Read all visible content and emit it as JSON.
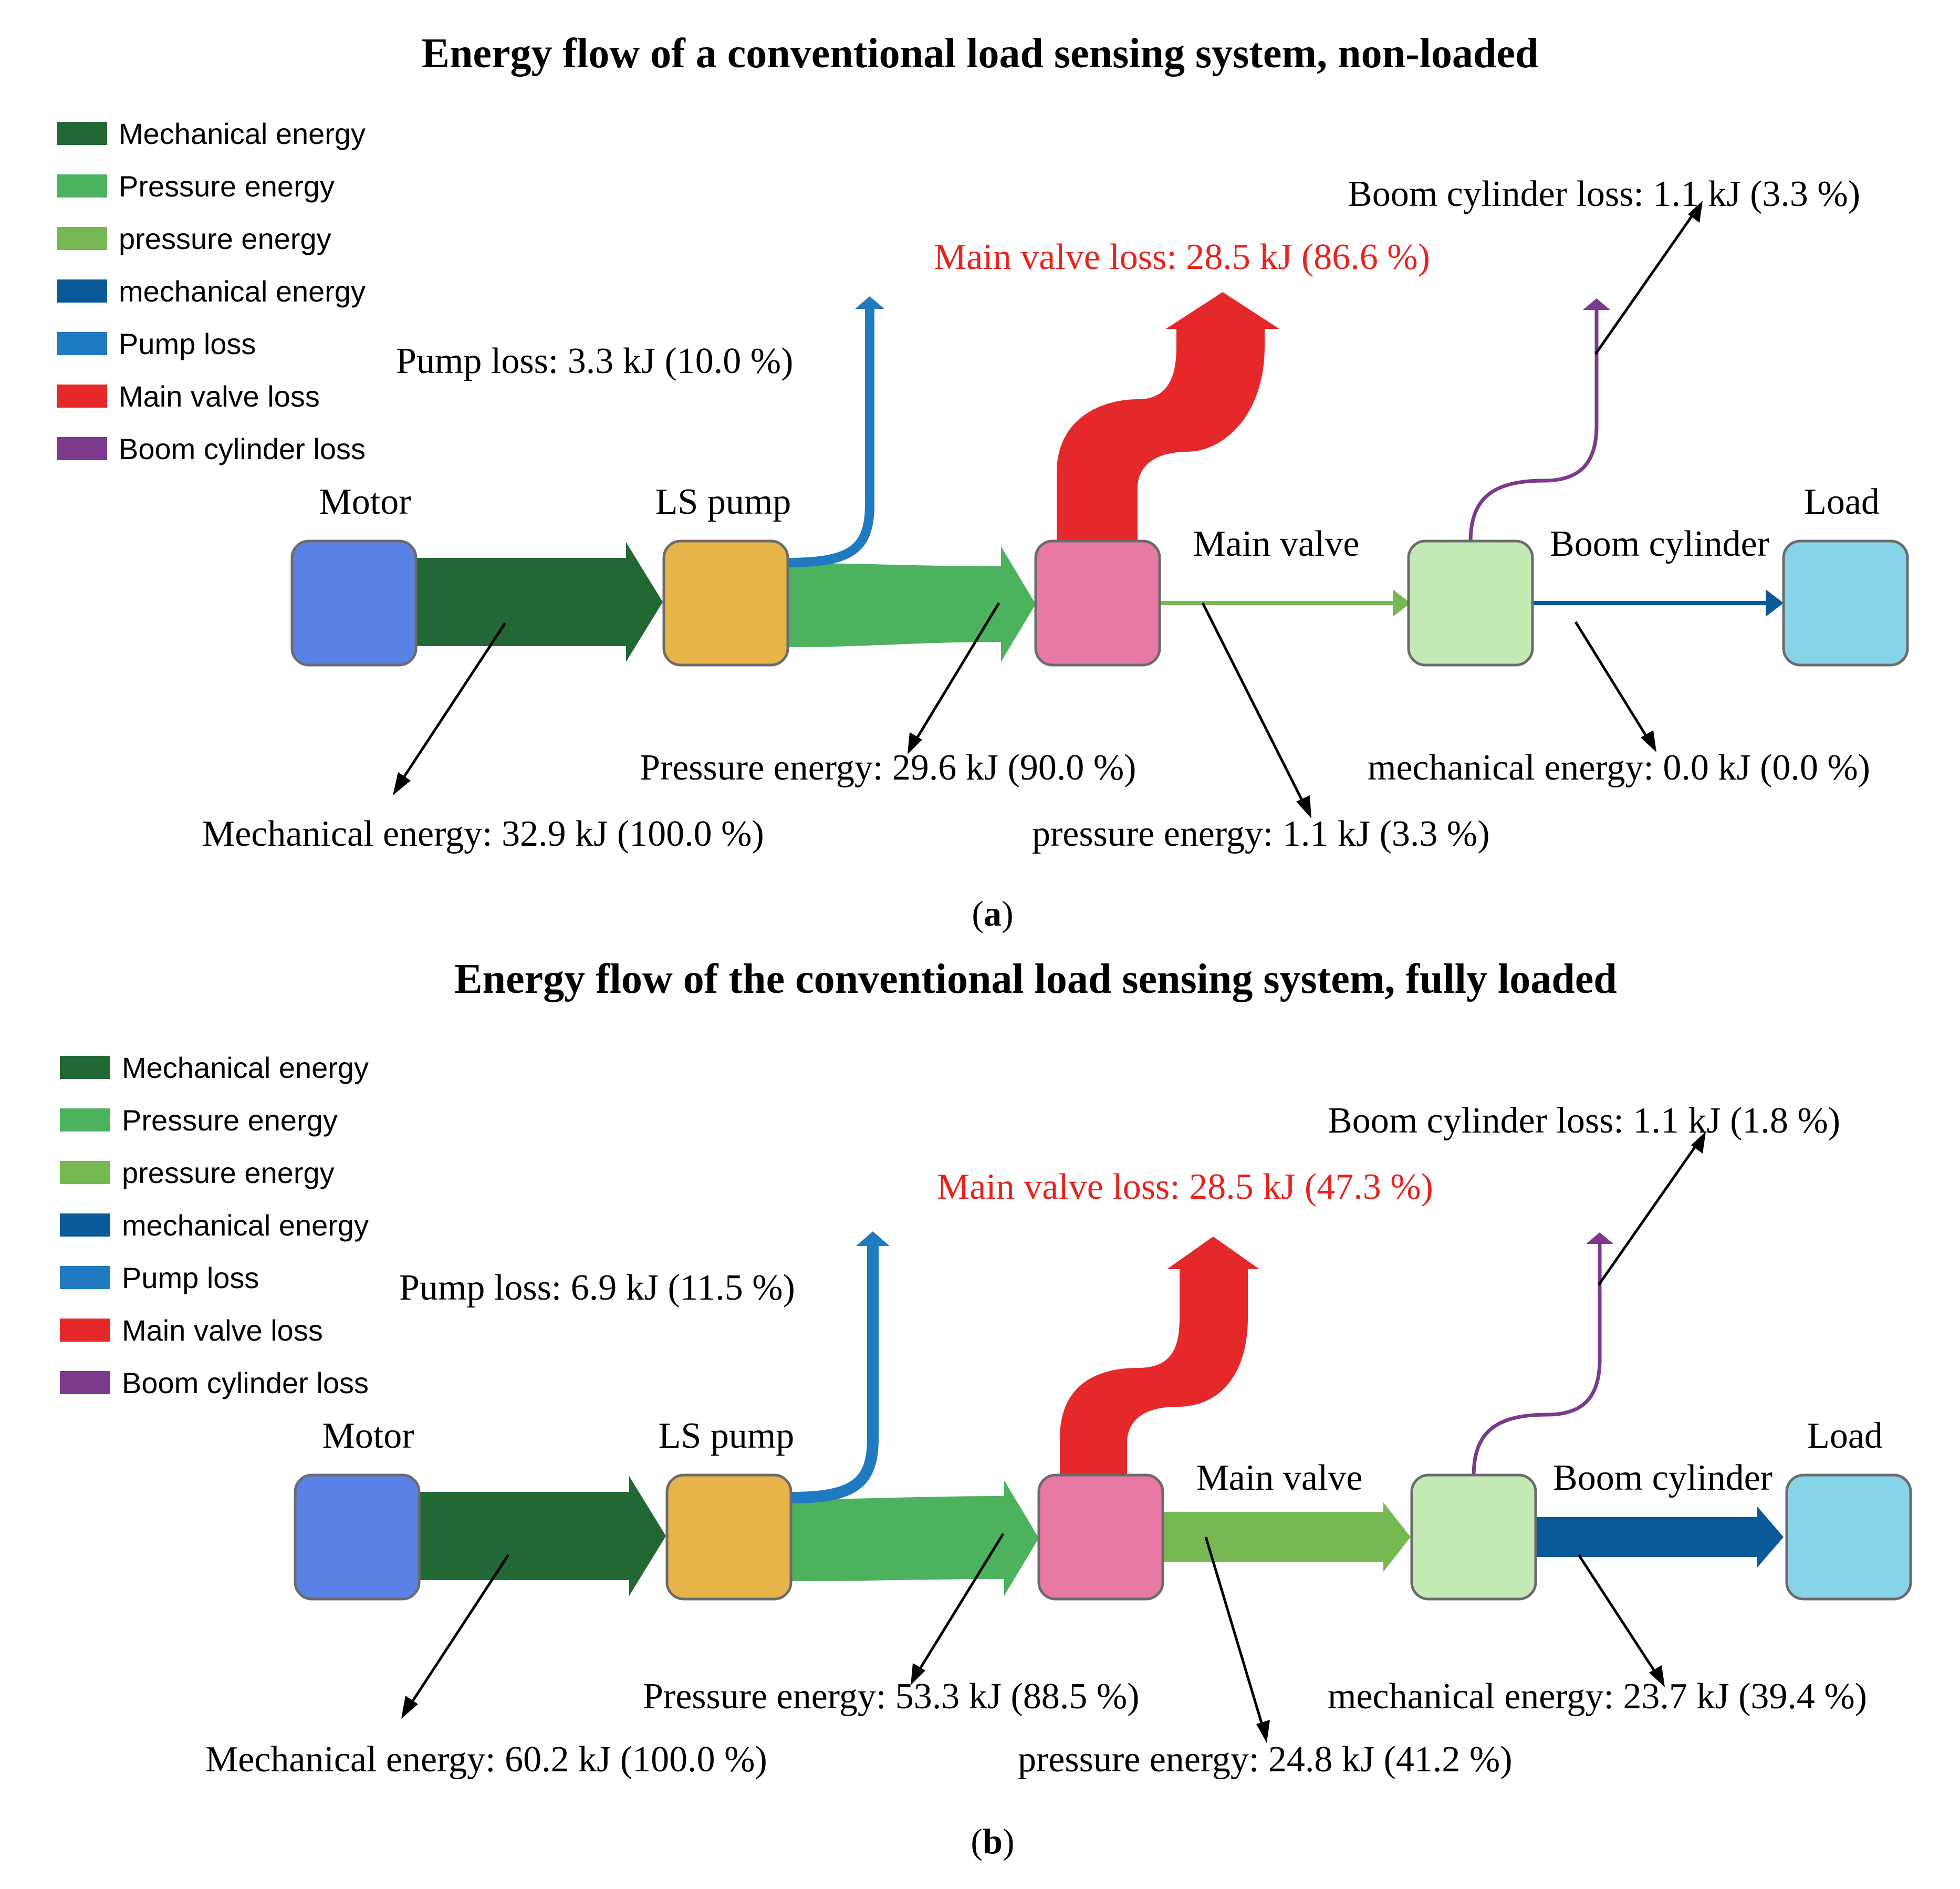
{
  "colors": {
    "mechanical": "#226834",
    "pressure": "#4db25e",
    "pressure_light": "#76b852",
    "mechanical_out": "#0a5a99",
    "pump_loss": "#1f7abf",
    "main_valve_loss": "#e5282a",
    "boom_loss": "#7b3a8c",
    "motor": "#5a82e6",
    "ls_pump": "#e6b448",
    "main_valve": "#e879a4",
    "boom_cylinder": "#c3e9b4",
    "load": "#87d3e8",
    "red_text": "#e8221d"
  },
  "legend": [
    {
      "label": "Mechanical energy",
      "color": "#226834"
    },
    {
      "label": "Pressure energy",
      "color": "#4db25e"
    },
    {
      "label": "pressure energy",
      "color": "#76b852"
    },
    {
      "label": "mechanical energy",
      "color": "#0a5a99"
    },
    {
      "label": "Pump loss",
      "color": "#1f7abf"
    },
    {
      "label": "Main valve loss",
      "color": "#e5282a"
    },
    {
      "label": "Boom cylinder loss",
      "color": "#7b3a8c"
    }
  ],
  "nodes": {
    "motor": "Motor",
    "ls_pump": "LS pump",
    "main_valve": "Main valve",
    "boom_cylinder": "Boom cylinder",
    "load": "Load"
  },
  "panels": [
    {
      "title": "Energy flow of a conventional load sensing system, non-loaded",
      "caption_letter": "a",
      "flows": {
        "mechanical_energy": {
          "kj": 32.9,
          "percent": 100.0,
          "text": "Mechanical energy: 32.9 kJ (100.0 %)"
        },
        "pump_loss": {
          "kj": 3.3,
          "percent": 10.0,
          "text": "Pump loss: 3.3 kJ (10.0 %)"
        },
        "pressure_energy": {
          "kj": 29.6,
          "percent": 90.0,
          "text": "Pressure energy: 29.6 kJ (90.0 %)"
        },
        "main_valve_loss": {
          "kj": 28.5,
          "percent": 86.6,
          "text": "Main valve loss: 28.5 kJ (86.6 %)"
        },
        "pressure_energy_valve": {
          "kj": 1.1,
          "percent": 3.3,
          "text": "pressure energy: 1.1 kJ (3.3 %)"
        },
        "boom_cylinder_loss": {
          "kj": 1.1,
          "percent": 3.3,
          "text": "Boom cylinder loss: 1.1 kJ (3.3 %)"
        },
        "mechanical_energy_out": {
          "kj": 0.0,
          "percent": 0.0,
          "text": "mechanical energy: 0.0 kJ (0.0 %)"
        }
      }
    },
    {
      "title": "Energy flow of the conventional load sensing system, fully loaded",
      "caption_letter": "b",
      "flows": {
        "mechanical_energy": {
          "kj": 60.2,
          "percent": 100.0,
          "text": "Mechanical energy: 60.2 kJ (100.0 %)"
        },
        "pump_loss": {
          "kj": 6.9,
          "percent": 11.5,
          "text": "Pump loss: 6.9 kJ (11.5 %)"
        },
        "pressure_energy": {
          "kj": 53.3,
          "percent": 88.5,
          "text": "Pressure energy: 53.3 kJ (88.5 %)"
        },
        "main_valve_loss": {
          "kj": 28.5,
          "percent": 47.3,
          "text": "Main valve loss: 28.5 kJ (47.3 %)"
        },
        "pressure_energy_valve": {
          "kj": 24.8,
          "percent": 41.2,
          "text": "pressure energy: 24.8 kJ (41.2 %)"
        },
        "boom_cylinder_loss": {
          "kj": 1.1,
          "percent": 1.8,
          "text": "Boom cylinder loss: 1.1 kJ (1.8 %)"
        },
        "mechanical_energy_out": {
          "kj": 23.7,
          "percent": 39.4,
          "text": "mechanical energy: 23.7 kJ (39.4 %)"
        }
      }
    }
  ]
}
